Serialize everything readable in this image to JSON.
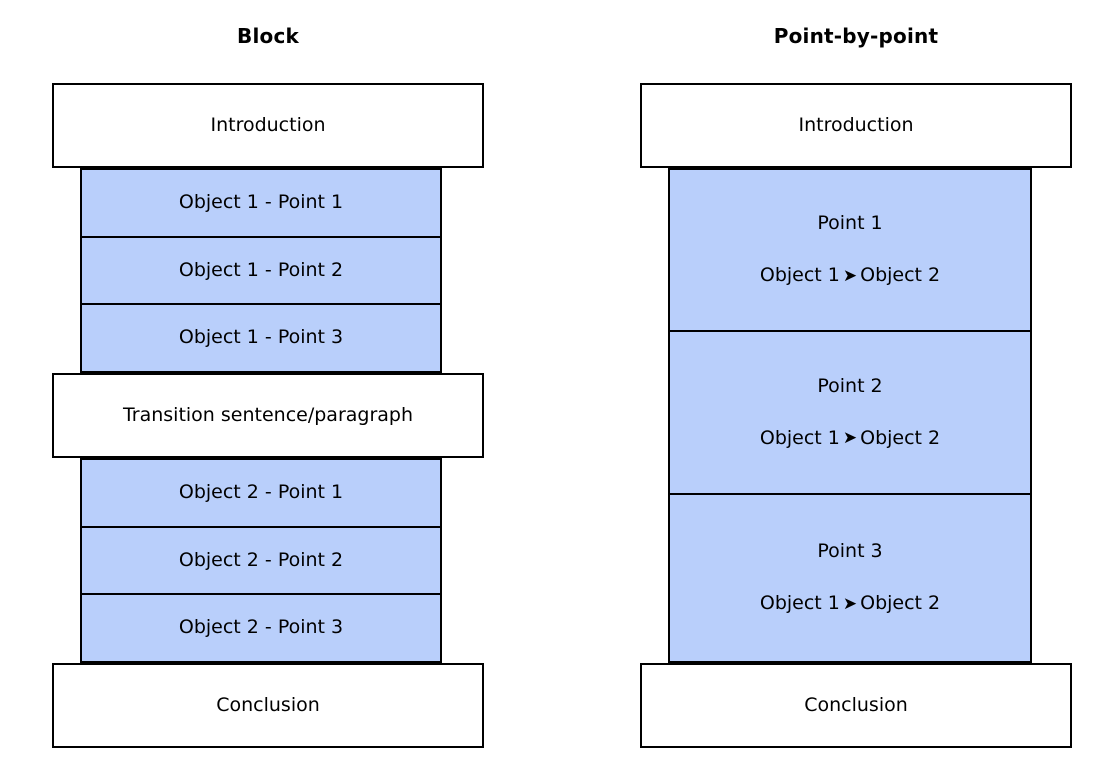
{
  "columns": [
    {
      "id": "block",
      "title": "Block",
      "boxes": [
        {
          "name": "introduction",
          "kind": "white",
          "lines": [
            "Introduction"
          ]
        },
        {
          "name": "object-1-point-1",
          "kind": "blue",
          "lines": [
            "Object 1 - Point 1"
          ]
        },
        {
          "name": "object-1-point-2",
          "kind": "blue",
          "lines": [
            "Object 1 - Point 2"
          ]
        },
        {
          "name": "object-1-point-3",
          "kind": "blue",
          "lines": [
            "Object 1 - Point 3"
          ]
        },
        {
          "name": "transition",
          "kind": "white",
          "lines": [
            "Transition sentence/paragraph"
          ]
        },
        {
          "name": "object-2-point-1",
          "kind": "blue",
          "lines": [
            "Object 2 - Point 1"
          ]
        },
        {
          "name": "object-2-point-2",
          "kind": "blue",
          "lines": [
            "Object 2 - Point 2"
          ]
        },
        {
          "name": "object-2-point-3",
          "kind": "blue",
          "lines": [
            "Object 2 - Point 3"
          ]
        },
        {
          "name": "conclusion",
          "kind": "white",
          "lines": [
            "Conclusion"
          ]
        }
      ]
    },
    {
      "id": "point-by-point",
      "title": "Point-by-point",
      "boxes": [
        {
          "name": "introduction",
          "kind": "white",
          "lines": [
            "Introduction"
          ]
        },
        {
          "name": "point-1",
          "kind": "blue",
          "lines": [
            "Point 1",
            "Object 1",
            "Object 2"
          ]
        },
        {
          "name": "point-2",
          "kind": "blue",
          "lines": [
            "Point 2",
            "Object 1",
            "Object 2"
          ]
        },
        {
          "name": "point-3",
          "kind": "blue",
          "lines": [
            "Point 3",
            "Object 1",
            "Object 2"
          ]
        },
        {
          "name": "conclusion",
          "kind": "white",
          "lines": [
            "Conclusion"
          ]
        }
      ]
    }
  ],
  "left": {
    "title": "Block",
    "introduction": "Introduction",
    "o1p1": "Object 1 - Point 1",
    "o1p2": "Object 1 - Point 2",
    "o1p3": "Object 1 - Point 3",
    "transition": "Transition sentence/paragraph",
    "o2p1": "Object 2 - Point 1",
    "o2p2": "Object 2 - Point 2",
    "o2p3": "Object 2 - Point 3",
    "conclusion": "Conclusion"
  },
  "right": {
    "title": "Point-by-point",
    "introduction": "Introduction",
    "point1_label": "Point 1",
    "point2_label": "Point 2",
    "point3_label": "Point 3",
    "object_a": "Object 1",
    "object_b": "Object 2",
    "comparison_arrow": "➤",
    "arrow_icon_name": "right-arrow-icon",
    "conclusion": "Conclusion"
  },
  "colors": {
    "blue_fill": "#b9cffb",
    "white_fill": "#ffffff",
    "border": "#000000",
    "text": "#000000",
    "background": "#ffffff"
  }
}
